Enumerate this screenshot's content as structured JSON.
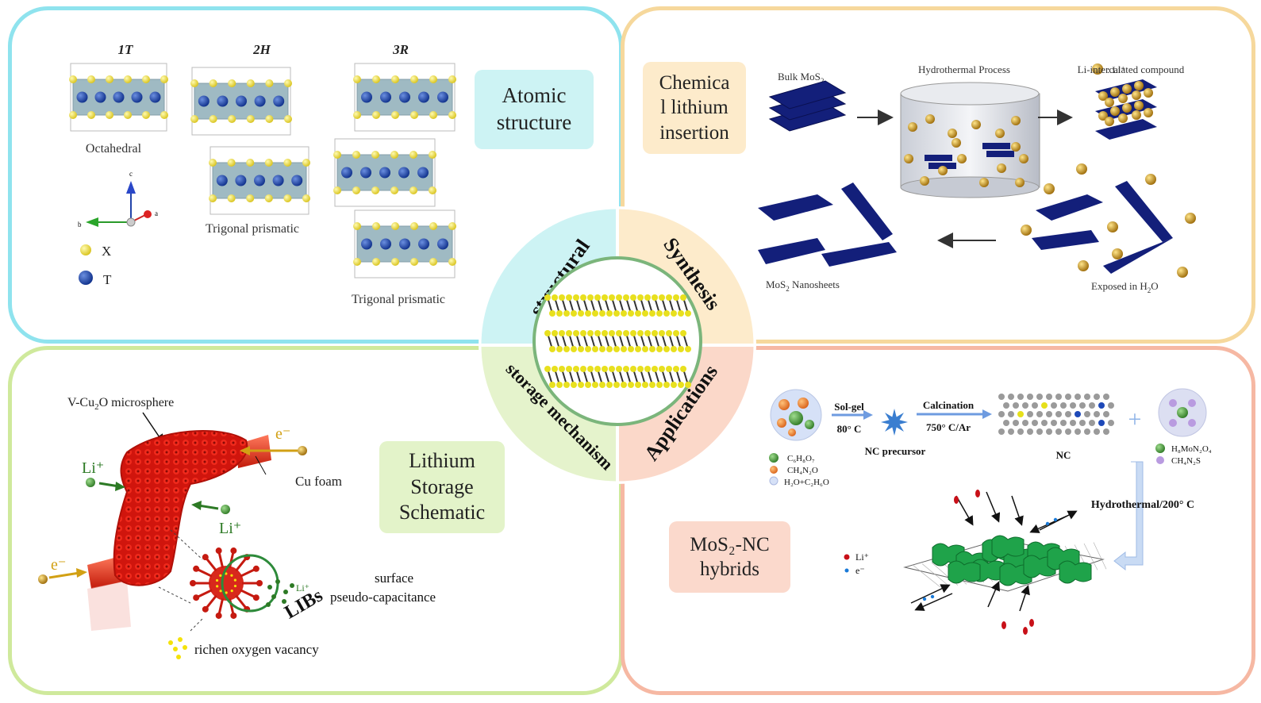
{
  "quadrants": {
    "structural": "structural",
    "synthesis": "Synthesis",
    "storage_mechanism": "storage mechanism",
    "applications": "Applications"
  },
  "atomic": {
    "label": "Atomic\nstructure",
    "phases": [
      "1T",
      "2H",
      "3R"
    ],
    "octahedral": "Octahedral",
    "trigonal1": "Trigonal prismatic",
    "trigonal2": "Trigonal prismatic",
    "axis_c": "c",
    "axis_b": "b",
    "axis_a": "a",
    "legend_x": "X",
    "legend_t": "T"
  },
  "synthesis": {
    "label": "Chemica\nl lithium\ninsertion",
    "bulk": "Bulk MoS",
    "bulk_sub": "2",
    "hydrothermal": "Hydrothermal  Process",
    "li_legend": ": Li⁺",
    "li_compound": "Li-intercalated compound",
    "nanosheets": "MoS",
    "nanosheets_sub": "2",
    "nanosheets_suffix": "  Nanosheets",
    "exposed": "Exposed in H",
    "exposed_sub": "2",
    "exposed_suffix": "O"
  },
  "storage": {
    "label": "Lithium\nStorage\nSchematic",
    "microsphere": "V-Cu",
    "microsphere_sub": "2",
    "microsphere_suffix": "O microsphere",
    "cu_foam": "Cu foam",
    "li1": "Li⁺",
    "li2": "Li⁺",
    "e1": "e⁻",
    "e2": "e⁻",
    "surface": "surface",
    "pseudo": "pseudo-capacitance",
    "libs": "LIBs",
    "li_small": "Li⁺",
    "vacancy": "richen oxygen vacancy"
  },
  "applications": {
    "label": "MoS₂-NC\nhybrids",
    "solgel": "Sol-gel",
    "solgel_temp": "80° C",
    "nc_precursor": "NC precursor",
    "calcination": "Calcination",
    "calcination_cond": "750° C/Ar",
    "nc": "NC",
    "legend1": "C₆H₈O₇",
    "legend2": "CH₄N₂O",
    "legend3": "H₂O+C₂H₆O",
    "legend4": "H₈MoN₂O₄",
    "legend5": "CH₄N₂S",
    "hydrothermal": "Hydrothermal/200° C",
    "li": "Li⁺",
    "e": "e⁻"
  },
  "colors": {
    "cyan": "#8fe3ee",
    "orange": "#f6d89c",
    "green": "#cfe99c",
    "salmon": "#f6b8a3",
    "navy": "#0d1a6b",
    "gold": "#c99a1e"
  }
}
